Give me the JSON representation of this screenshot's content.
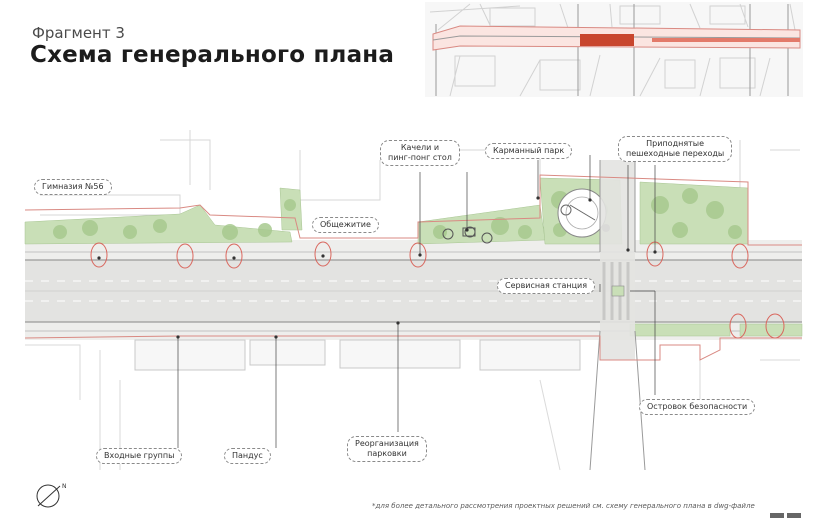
{
  "header": {
    "fragment": "Фрагмент 3",
    "title": "Схема генерального плана"
  },
  "labels": {
    "gymnasium": "Гимназия №56",
    "dormitory": "Общежитие",
    "swings_line1": "Качели и",
    "swings_line2": "пинг-понг стол",
    "pocket_park": "Карманный парк",
    "crossings_line1": "Приподнятые",
    "crossings_line2": "пешеходные переходы",
    "service_station": "Сервисная станция",
    "safety_island": "Островок безопасности",
    "entrance_groups": "Входные группы",
    "ramp": "Пандус",
    "parking_line1": "Реорганизация",
    "parking_line2": "парковки"
  },
  "footnote": "*для более детального рассмотрения проектных решений см. схему генерального плана в dwg-файле",
  "colors": {
    "road": "#e3e3e1",
    "sidewalk": "#eeeeec",
    "green": "#b9d4a6",
    "boundary": "#d98a83",
    "highlight": "#c8462e",
    "building": "#f3f3f3"
  }
}
